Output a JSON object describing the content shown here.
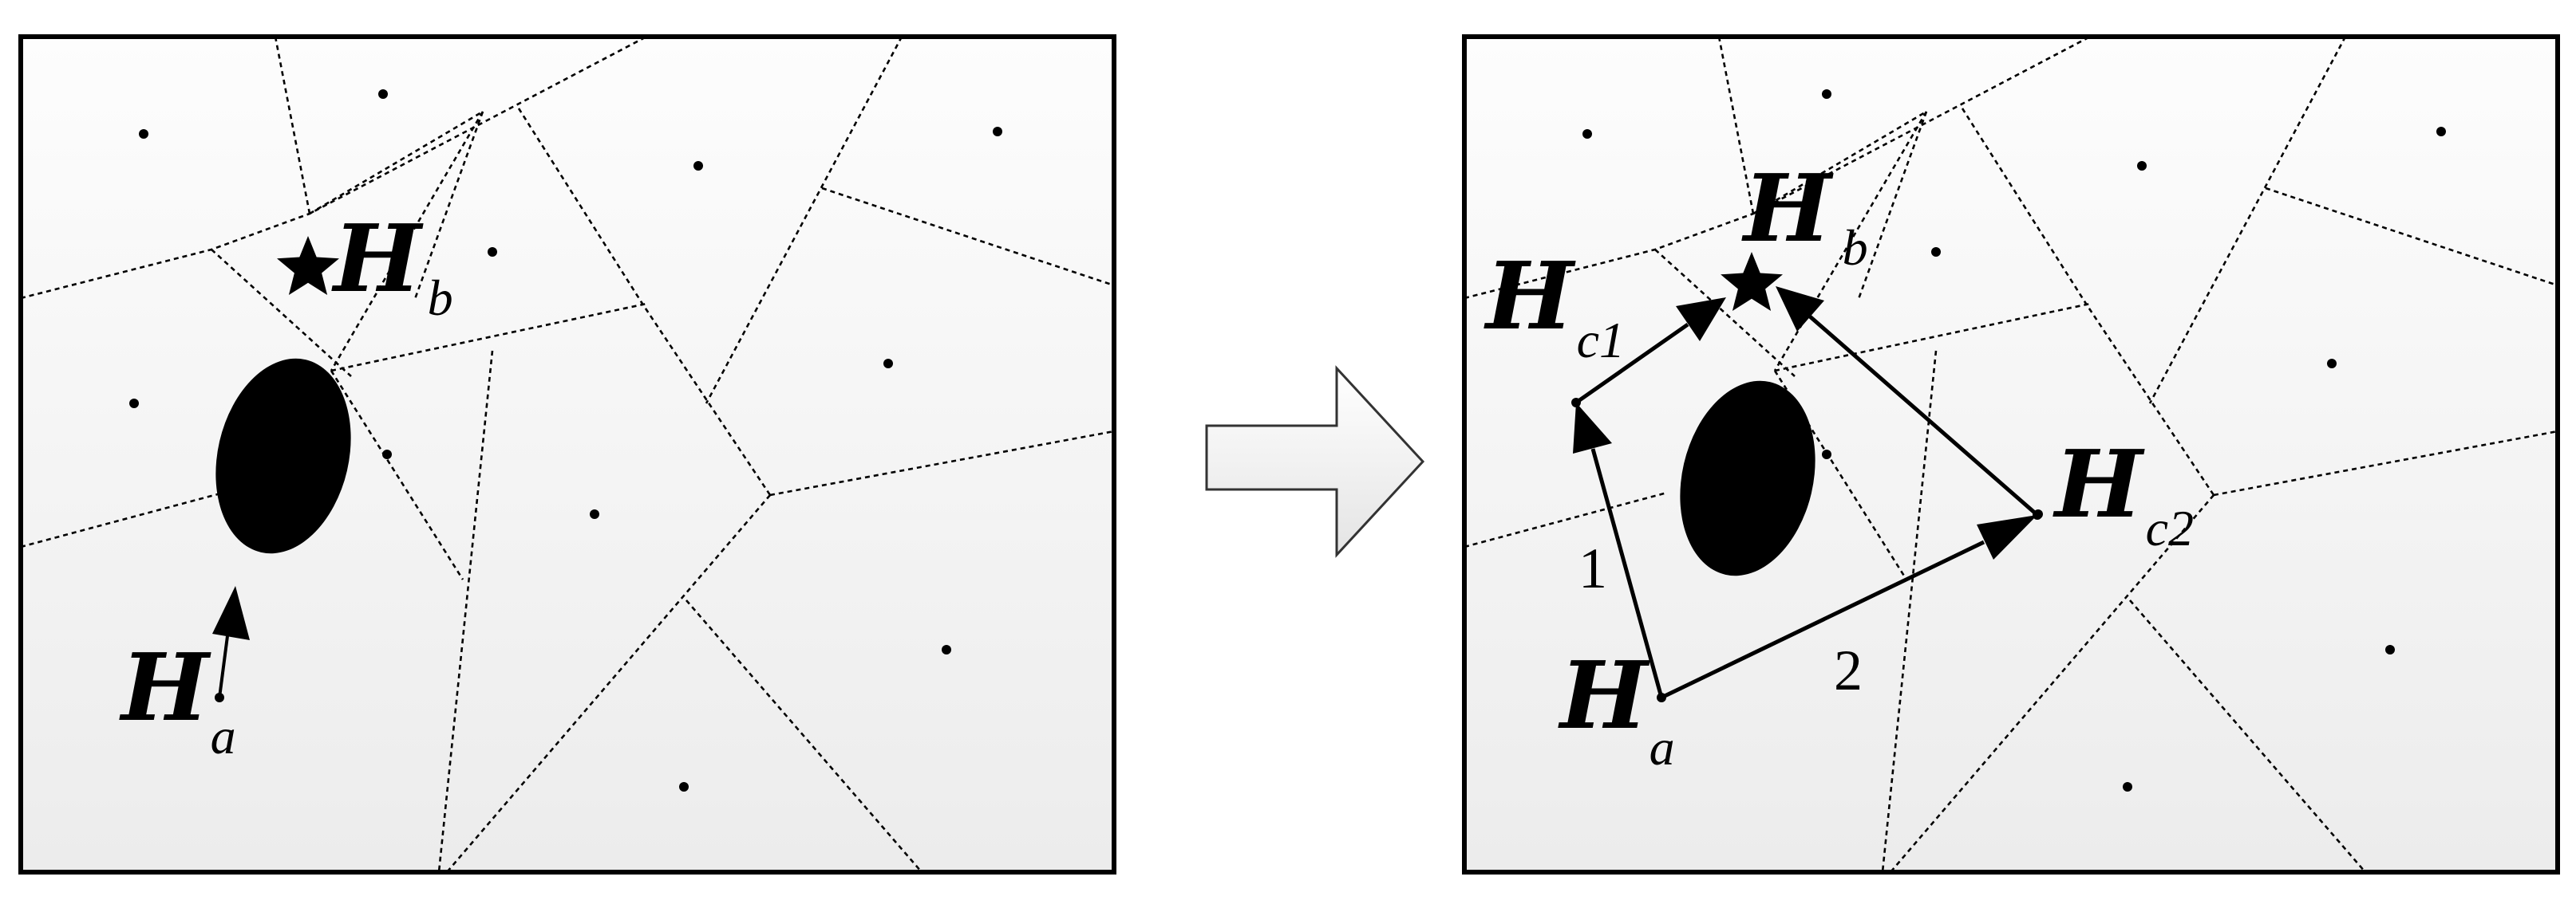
{
  "left_panel": {
    "goal": {
      "main": "H",
      "sub": "b"
    },
    "start": {
      "main": "H",
      "sub": "a"
    }
  },
  "right_panel": {
    "goal": {
      "main": "H",
      "sub": "b"
    },
    "start": {
      "main": "H",
      "sub": "a"
    },
    "waypoint_1": {
      "main": "H",
      "sub": "c1"
    },
    "waypoint_2": {
      "main": "H",
      "sub": "c2"
    },
    "path_1_label": "1",
    "path_2_label": "2"
  },
  "colors": {
    "ink": "#000000",
    "panel_top": "#fdfdfd",
    "panel_bottom": "#eeeeee",
    "arrow_fill": "#f6f6f6"
  },
  "icons": [
    "star-icon",
    "right-arrow-icon"
  ]
}
